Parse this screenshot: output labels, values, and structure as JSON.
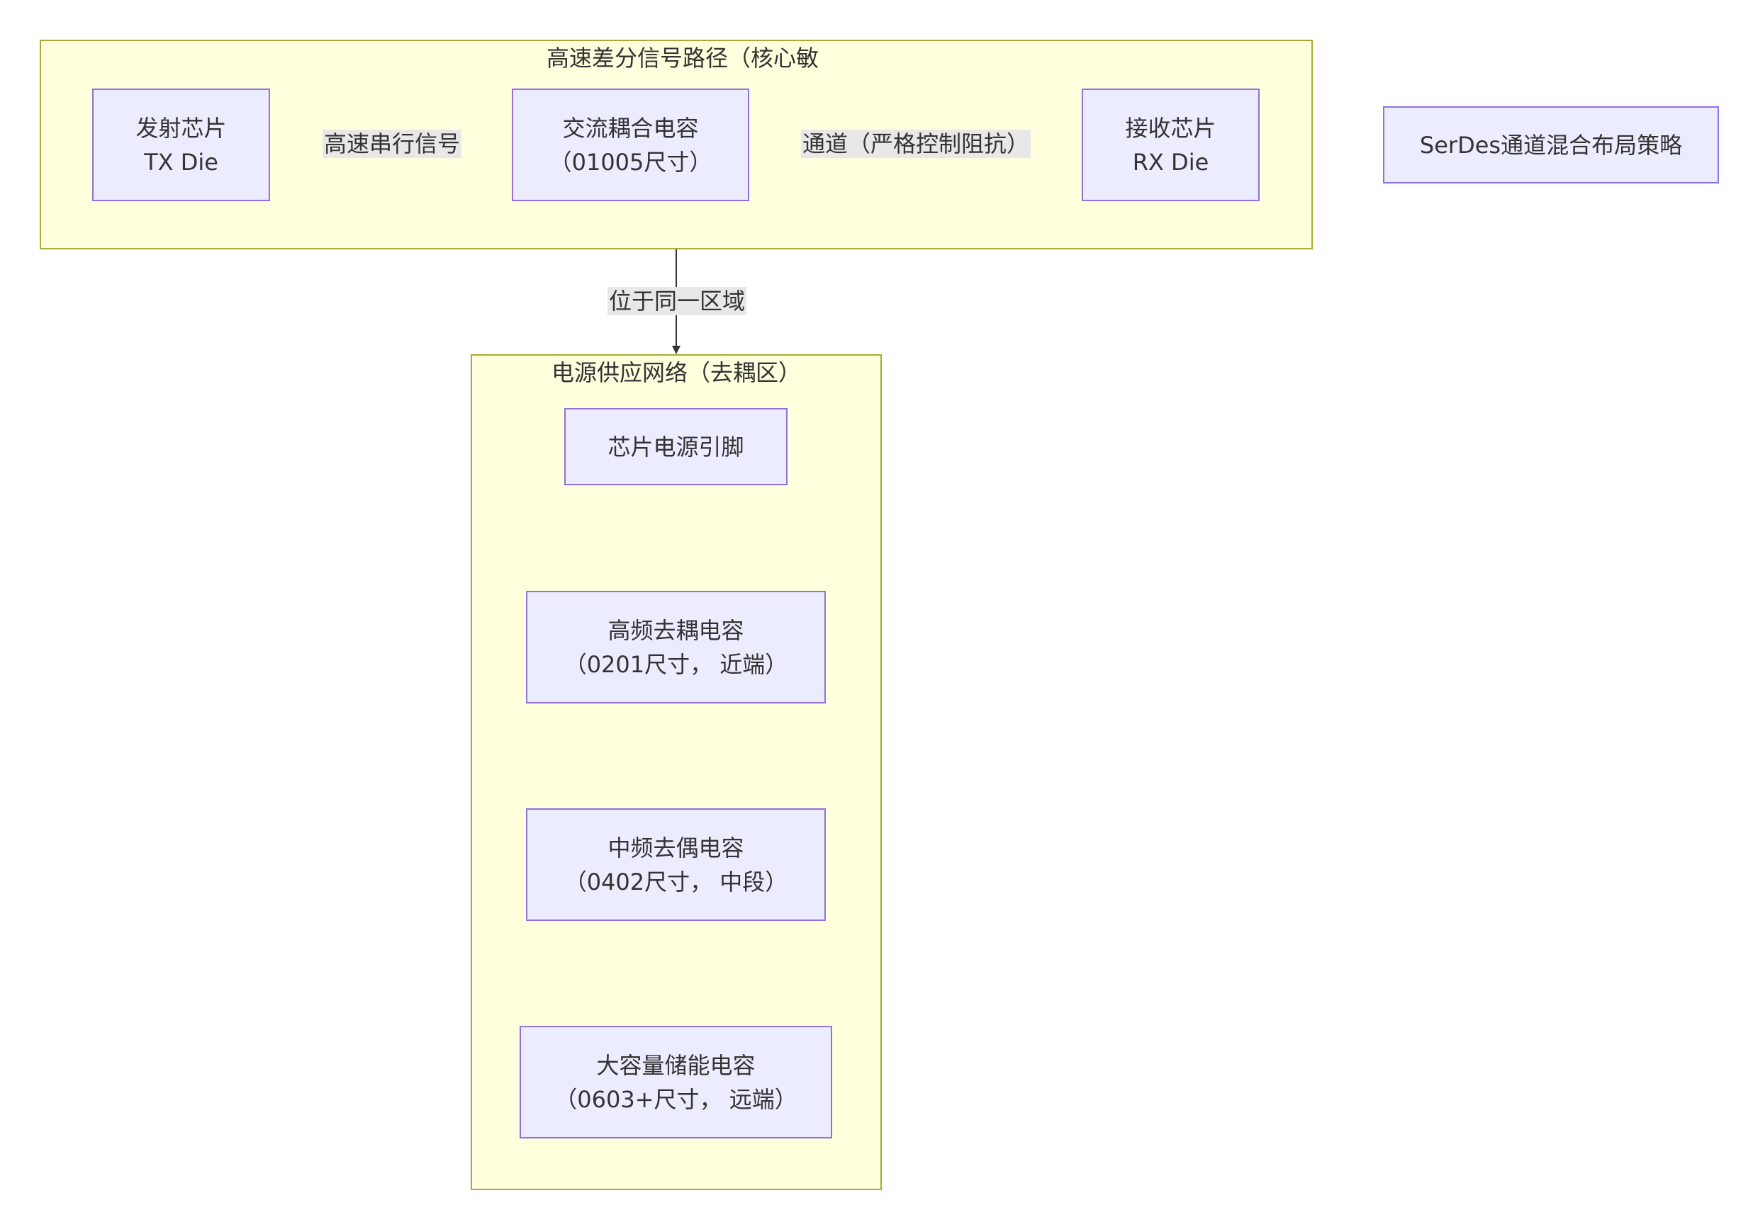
{
  "diagram": {
    "title": "SerDes通道混合布局策略",
    "clusters": {
      "signal": {
        "title": "高速差分信号路径（核心敏感区）"
      },
      "power": {
        "title": "电源供应网络（去耦区）"
      }
    },
    "nodes": {
      "tx": {
        "line1": "发射芯片",
        "line2": "TX Die"
      },
      "ac_cap": {
        "line1": "交流耦合电容",
        "line2": "（01005尺寸）"
      },
      "rx": {
        "line1": "接收芯片",
        "line2": "RX Die"
      },
      "power_pin": {
        "line1": "芯片电源引脚"
      },
      "hf_cap": {
        "line1": "高频去耦电容",
        "line2": "（0201尺寸， 近端）"
      },
      "mf_cap": {
        "line1": "中频去偶电容",
        "line2": "（0402尺寸， 中段）"
      },
      "bulk_cap": {
        "line1": "大容量储能电容",
        "line2": "（0603+尺寸， 远端）"
      }
    },
    "edges": {
      "tx_to_cap": "高速串行信号",
      "cap_to_rx": "通道（严格控制阻抗）",
      "signal_to_power": "位于同一区域"
    },
    "colors": {
      "cluster_fill": "#ffffde",
      "cluster_border": "#aaaa33",
      "node_fill": "#ececff",
      "node_border": "#9370db",
      "edge": "#333333",
      "label_bg": "#e8e8e8"
    }
  }
}
